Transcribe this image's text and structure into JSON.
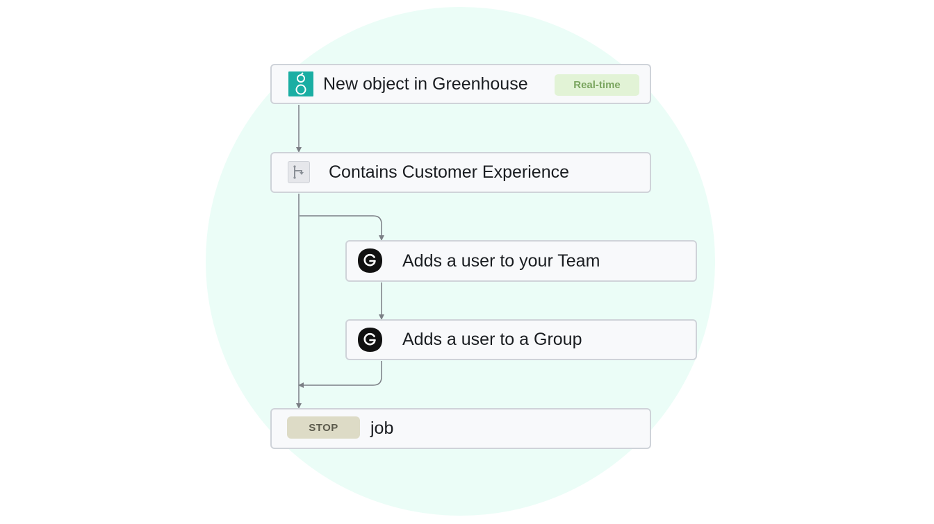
{
  "diagram": {
    "steps": [
      {
        "id": "trigger",
        "label": "New object in Greenhouse",
        "badge": "Real-time",
        "icon": "greenhouse-icon"
      },
      {
        "id": "condition",
        "label": "Contains Customer Experience",
        "icon": "branch-filter-icon"
      },
      {
        "id": "action1",
        "label": "Adds a user to your Team",
        "icon": "app-logo-icon"
      },
      {
        "id": "action2",
        "label": "Adds a user to a Group",
        "icon": "app-logo-icon"
      },
      {
        "id": "stop",
        "label": "job",
        "badge": "STOP"
      }
    ],
    "colors": {
      "background_circle": "#ebfdf7",
      "greenhouse": "#1aaea3",
      "realtime_badge": "#e2f3d6",
      "stop_badge": "#dddbc6",
      "connector": "#7b7f85"
    }
  }
}
